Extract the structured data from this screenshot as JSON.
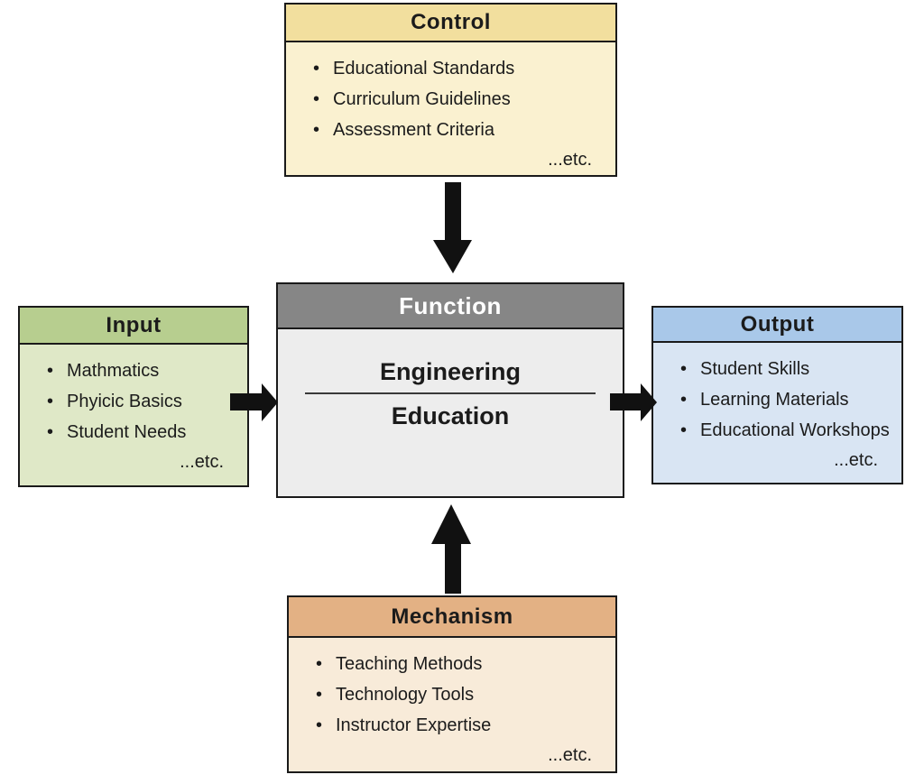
{
  "glyphs": {
    "bullet": "•"
  },
  "colors": {
    "background": "#ffffff",
    "border": "#1a1a1a",
    "arrow": "#111111",
    "text": "#1b1b1b",
    "control_header": "#f2df9e",
    "control_body": "#faf1d0",
    "input_header": "#b7ce8f",
    "input_body": "#dfe8c7",
    "output_header": "#a9c8e9",
    "output_body": "#d9e5f3",
    "mechanism_header": "#e3b184",
    "mechanism_body": "#f8ebd9",
    "function_header": "#868686",
    "function_header_text": "#ffffff",
    "function_body": "#ededed"
  },
  "boxes": {
    "control": {
      "label": "Control",
      "items": [
        "Educational Standards",
        "Curriculum Guidelines",
        "Assessment Criteria"
      ],
      "etc": "...etc."
    },
    "input": {
      "label": "Input",
      "items": [
        "Mathmatics",
        "Phyicic Basics",
        "Student Needs"
      ],
      "etc": "...etc."
    },
    "function": {
      "label": "Function",
      "title_line1": "Engineering",
      "title_line2": "Education"
    },
    "output": {
      "label": "Output",
      "items": [
        "Student Skills",
        "Learning Materials",
        "Educational Workshops"
      ],
      "etc": "...etc."
    },
    "mechanism": {
      "label": "Mechanism",
      "items": [
        "Teaching Methods",
        "Technology Tools",
        "Instructor Expertise"
      ],
      "etc": "...etc."
    }
  },
  "arrows": [
    {
      "from": "Control",
      "to": "Function",
      "direction": "down"
    },
    {
      "from": "Input",
      "to": "Function",
      "direction": "right"
    },
    {
      "from": "Function",
      "to": "Output",
      "direction": "right"
    },
    {
      "from": "Mechanism",
      "to": "Function",
      "direction": "up"
    }
  ]
}
